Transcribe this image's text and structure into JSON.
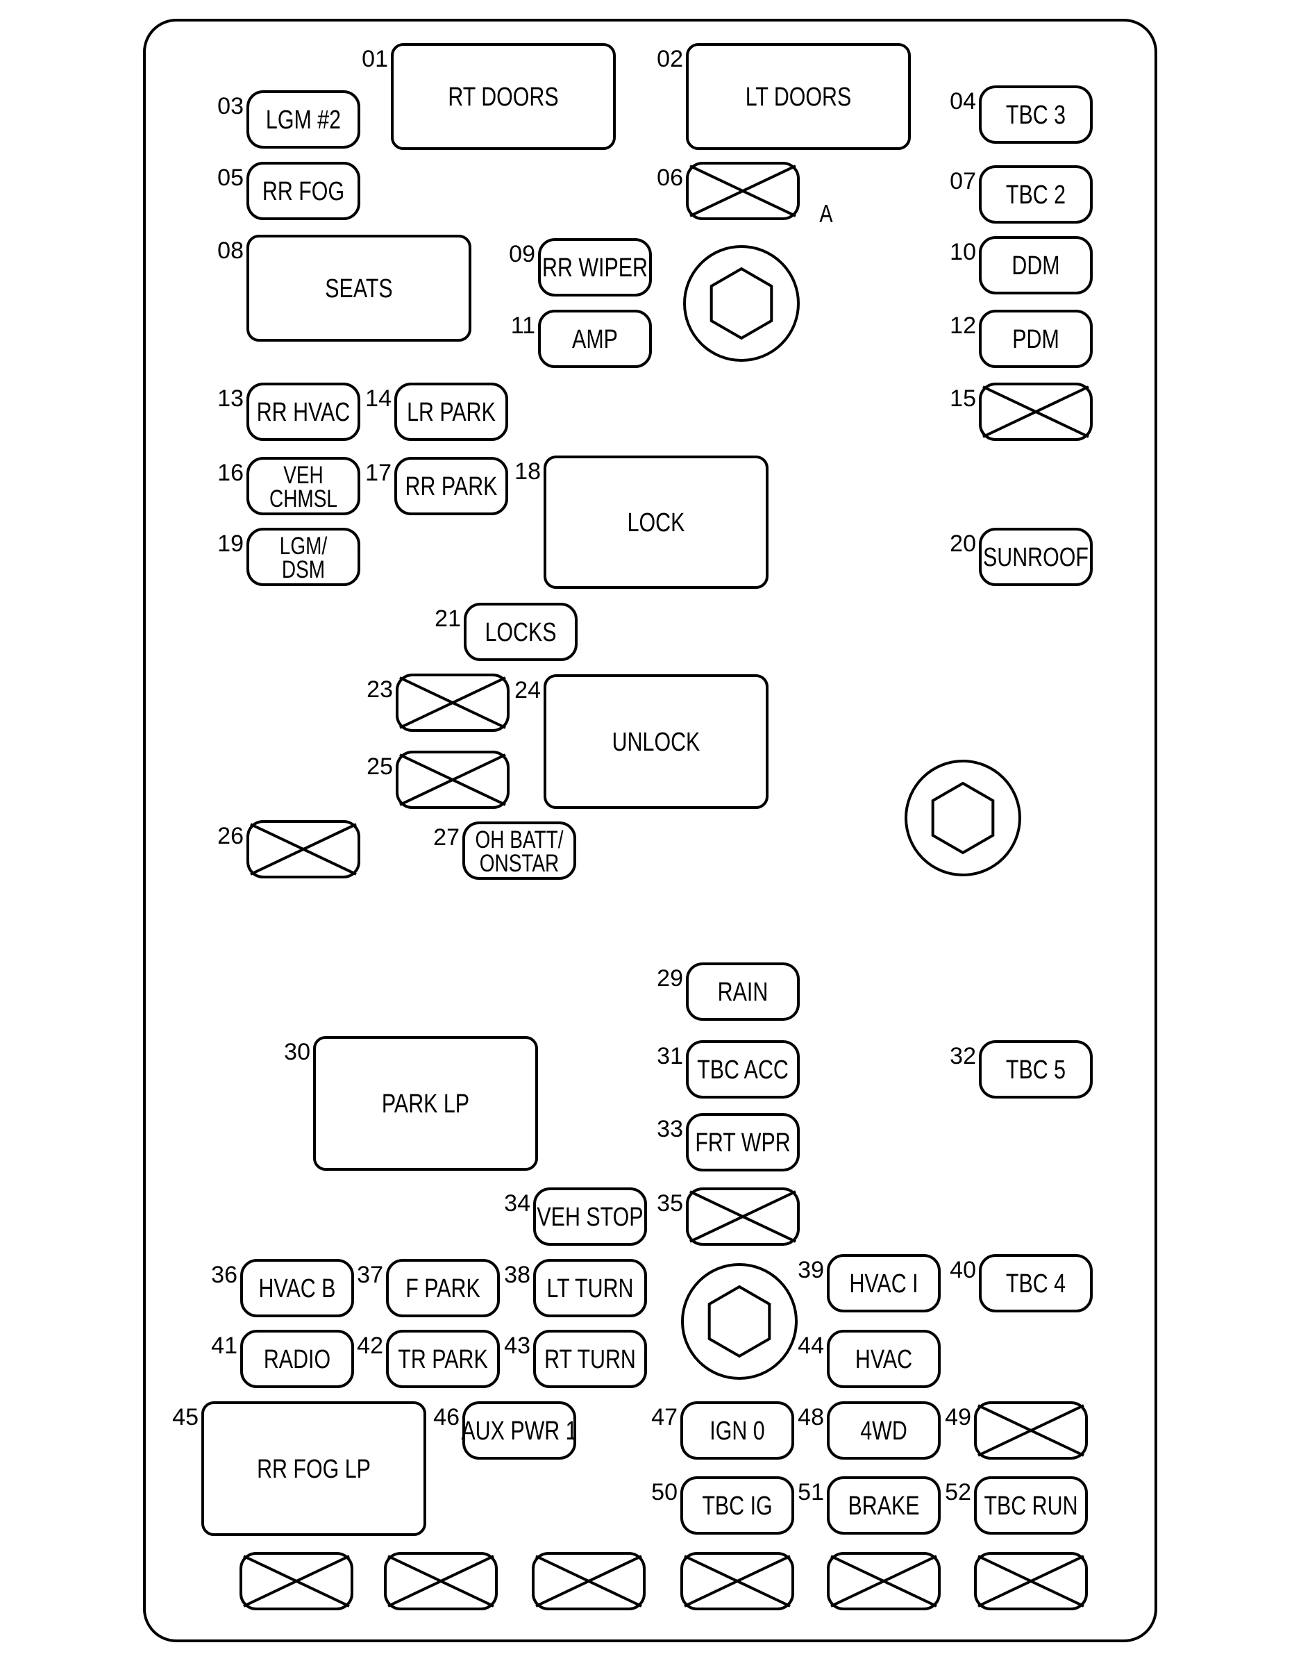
{
  "fuse_block": {
    "fuses": [
      {
        "id": "01",
        "label": [
          "RT DOORS"
        ]
      },
      {
        "id": "02",
        "label": [
          "LT DOORS"
        ]
      },
      {
        "id": "03",
        "label": [
          "LGM #2"
        ]
      },
      {
        "id": "04",
        "label": [
          "TBC 3"
        ]
      },
      {
        "id": "05",
        "label": [
          "RR FOG"
        ]
      },
      {
        "id": "06",
        "label": [],
        "empty": true
      },
      {
        "id": "07",
        "label": [
          "TBC 2"
        ]
      },
      {
        "id": "08",
        "label": [
          "SEATS"
        ]
      },
      {
        "id": "09",
        "label": [
          "RR WIPER"
        ]
      },
      {
        "id": "10",
        "label": [
          "DDM"
        ]
      },
      {
        "id": "11",
        "label": [
          "AMP"
        ]
      },
      {
        "id": "12",
        "label": [
          "PDM"
        ]
      },
      {
        "id": "13",
        "label": [
          "RR HVAC"
        ]
      },
      {
        "id": "14",
        "label": [
          "LR PARK"
        ]
      },
      {
        "id": "15",
        "label": [],
        "empty": true
      },
      {
        "id": "16",
        "label": [
          "VEH",
          "CHMSL"
        ]
      },
      {
        "id": "17",
        "label": [
          "RR PARK"
        ]
      },
      {
        "id": "18",
        "label": [
          "LOCK"
        ]
      },
      {
        "id": "19",
        "label": [
          "LGM/",
          "DSM"
        ]
      },
      {
        "id": "20",
        "label": [
          "SUNROOF"
        ]
      },
      {
        "id": "21",
        "label": [
          "LOCKS"
        ]
      },
      {
        "id": "23",
        "label": [],
        "empty": true
      },
      {
        "id": "24",
        "label": [
          "UNLOCK"
        ]
      },
      {
        "id": "25",
        "label": [],
        "empty": true
      },
      {
        "id": "26",
        "label": [],
        "empty": true
      },
      {
        "id": "27",
        "label": [
          "OH BATT/",
          "ONSTAR"
        ]
      },
      {
        "id": "29",
        "label": [
          "RAIN"
        ]
      },
      {
        "id": "30",
        "label": [
          "PARK LP"
        ]
      },
      {
        "id": "31",
        "label": [
          "TBC ACC"
        ]
      },
      {
        "id": "32",
        "label": [
          "TBC 5"
        ]
      },
      {
        "id": "33",
        "label": [
          "FRT WPR"
        ]
      },
      {
        "id": "34",
        "label": [
          "VEH STOP"
        ]
      },
      {
        "id": "35",
        "label": [],
        "empty": true
      },
      {
        "id": "36",
        "label": [
          "HVAC B"
        ]
      },
      {
        "id": "37",
        "label": [
          "F PARK"
        ]
      },
      {
        "id": "38",
        "label": [
          "LT TURN"
        ]
      },
      {
        "id": "39",
        "label": [
          "HVAC I"
        ]
      },
      {
        "id": "40",
        "label": [
          "TBC 4"
        ]
      },
      {
        "id": "41",
        "label": [
          "RADIO"
        ]
      },
      {
        "id": "42",
        "label": [
          "TR PARK"
        ]
      },
      {
        "id": "43",
        "label": [
          "RT TURN"
        ]
      },
      {
        "id": "44",
        "label": [
          "HVAC"
        ]
      },
      {
        "id": "45",
        "label": [
          "RR FOG LP"
        ]
      },
      {
        "id": "46",
        "label": [
          "AUX PWR 1"
        ]
      },
      {
        "id": "47",
        "label": [
          "IGN 0"
        ]
      },
      {
        "id": "48",
        "label": [
          "4WD"
        ]
      },
      {
        "id": "49",
        "label": [],
        "empty": true
      },
      {
        "id": "50",
        "label": [
          "TBC IG"
        ]
      },
      {
        "id": "51",
        "label": [
          "BRAKE"
        ]
      },
      {
        "id": "52",
        "label": [
          "TBC RUN"
        ]
      }
    ],
    "unlabeled_empty_slots": 6,
    "studs": 3,
    "callouts": [
      "A"
    ]
  }
}
